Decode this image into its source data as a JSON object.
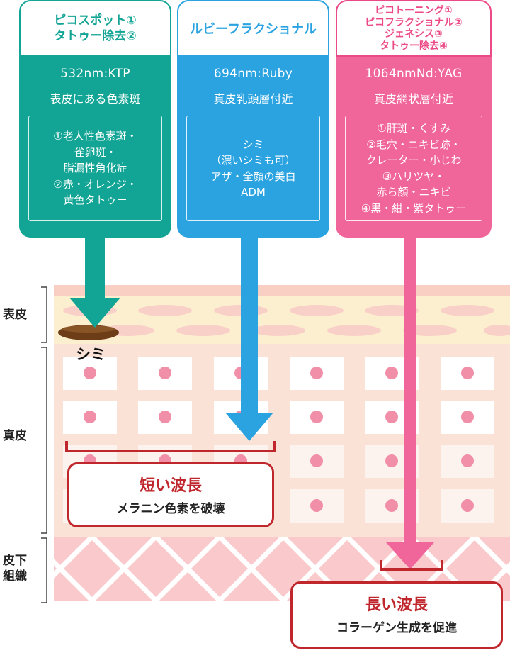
{
  "columns": [
    {
      "tab_lines": [
        "ピコスポット①",
        "タトゥー除去②"
      ],
      "wavelength": "532nm:KTP",
      "target": "表皮にある色素斑",
      "info_lines": [
        "①老人性色素斑・",
        "雀卵斑・",
        "脂漏性角化症",
        "②赤・オレンジ・",
        "黄色タトゥー"
      ],
      "color": "#12a494",
      "tab_text_color": "#12a494"
    },
    {
      "tab_lines": [
        "ルビーフラクショナル"
      ],
      "wavelength": "694nm:Ruby",
      "target": "真皮乳頭層付近",
      "info_lines": [
        "シミ",
        "（濃いシミも可）",
        "アザ・全顔の美白",
        "ADM"
      ],
      "color": "#2ba3e0",
      "tab_text_color": "#2ba3e0"
    },
    {
      "tab_lines": [
        "ピコトーニング①",
        "ピコフラクショナル②",
        "ジェネシス③",
        "タトゥー除去④"
      ],
      "wavelength": "1064nmNd:YAG",
      "target": "真皮網状層付近",
      "info_lines": [
        "①肝斑・くすみ",
        "②毛穴・ニキビ跡・",
        "クレーター・小じわ",
        "③ハリツヤ・",
        "赤ら顔・ニキビ",
        "④黒・紺・紫タトゥー"
      ],
      "color": "#f0659a",
      "tab_text_color": "#ec4a87"
    }
  ],
  "skin_layers": {
    "epidermis": "表皮",
    "dermis": "真皮",
    "subcutis": "皮下\n組織"
  },
  "spot_label": "シミ",
  "short_box": {
    "title": "短い波長",
    "desc": "メラニン色素を破壊"
  },
  "long_box": {
    "title": "長い波長",
    "desc": "コラーゲン生成を促進"
  },
  "colors": {
    "teal": "#12a494",
    "blue": "#2ba3e0",
    "pink": "#f0659a",
    "red": "#c0272d",
    "dermis_bg": "#fbe6da",
    "epidermis_bg": "#fcefcf"
  }
}
